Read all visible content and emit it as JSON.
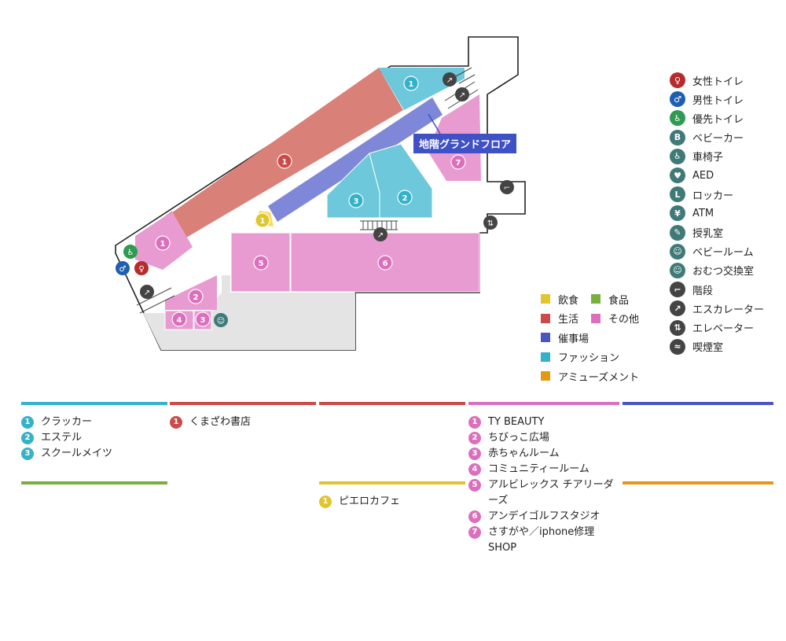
{
  "floor_label": "地階グランドフロア",
  "colors": {
    "food_drink": "#e0c52c",
    "food": "#7aae3e",
    "living": "#cc4a4a",
    "other": "#dc6fbd",
    "event": "#4a55c4",
    "fashion": "#34b2c8",
    "amusement": "#e39a12"
  },
  "map_numbers": {
    "fashion_1": "1",
    "fashion_2": "2",
    "fashion_3": "3",
    "living_1": "1",
    "cafe_1": "1",
    "other_1": "1",
    "other_2": "2",
    "other_3": "3",
    "other_4": "4",
    "other_5": "5",
    "other_6": "6",
    "other_7": "7"
  },
  "facility_legend": [
    {
      "icon": "female-toilet-icon",
      "label": "女性トイレ",
      "color": "#b52c2c",
      "glyph": "♀"
    },
    {
      "icon": "male-toilet-icon",
      "label": "男性トイレ",
      "color": "#1f5fb0",
      "glyph": "♂"
    },
    {
      "icon": "priority-toilet-icon",
      "label": "優先トイレ",
      "color": "#2f9a52",
      "glyph": "♿"
    },
    {
      "icon": "stroller-icon",
      "label": "ベビーカー",
      "color": "#3f7a78",
      "glyph": "B"
    },
    {
      "icon": "wheelchair-icon",
      "label": "車椅子",
      "color": "#3f7a78",
      "glyph": "♿"
    },
    {
      "icon": "aed-icon",
      "label": "AED",
      "color": "#3f7a78",
      "glyph": "♥"
    },
    {
      "icon": "locker-icon",
      "label": "ロッカー",
      "color": "#3f7a78",
      "glyph": "L"
    },
    {
      "icon": "atm-icon",
      "label": "ATM",
      "color": "#3f7a78",
      "glyph": "¥"
    },
    {
      "icon": "nursing-room-icon",
      "label": "授乳室",
      "color": "#3f7a78",
      "glyph": "✎"
    },
    {
      "icon": "baby-room-icon",
      "label": "ベビールーム",
      "color": "#3f7a78",
      "glyph": "☺"
    },
    {
      "icon": "diaper-change-icon",
      "label": "おむつ交換室",
      "color": "#3f7a78",
      "glyph": "☺"
    },
    {
      "icon": "stairs-icon",
      "label": "階段",
      "color": "#444444",
      "glyph": "⌐"
    },
    {
      "icon": "escalator-icon",
      "label": "エスカレーター",
      "color": "#444444",
      "glyph": "↗"
    },
    {
      "icon": "elevator-icon",
      "label": "エレベーター",
      "color": "#444444",
      "glyph": "⇅"
    },
    {
      "icon": "smoking-room-icon",
      "label": "喫煙室",
      "color": "#444444",
      "glyph": "≈"
    }
  ],
  "category_legend": {
    "food_drink": "飲食",
    "food": "食品",
    "living": "生活",
    "other": "その他",
    "event": "催事場",
    "fashion": "ファッション",
    "amusement": "アミューズメント"
  },
  "shop_lists": {
    "fashion": [
      {
        "num": "1",
        "name": "クラッカー"
      },
      {
        "num": "2",
        "name": "エステル"
      },
      {
        "num": "3",
        "name": "スクールメイツ"
      }
    ],
    "living": [
      {
        "num": "1",
        "name": "くまざわ書店"
      }
    ],
    "food_drink": [
      {
        "num": "1",
        "name": "ピエロカフェ"
      }
    ],
    "other": [
      {
        "num": "1",
        "name": "TY BEAUTY"
      },
      {
        "num": "2",
        "name": "ちびっこ広場"
      },
      {
        "num": "3",
        "name": "赤ちゃんルーム"
      },
      {
        "num": "4",
        "name": "コミュニティールーム"
      },
      {
        "num": "5",
        "name": "アルビレックス チアリーダーズ"
      },
      {
        "num": "6",
        "name": "アンデイゴルフスタジオ"
      },
      {
        "num": "7",
        "name": "さすがや／iphone修理SHOP"
      }
    ]
  }
}
